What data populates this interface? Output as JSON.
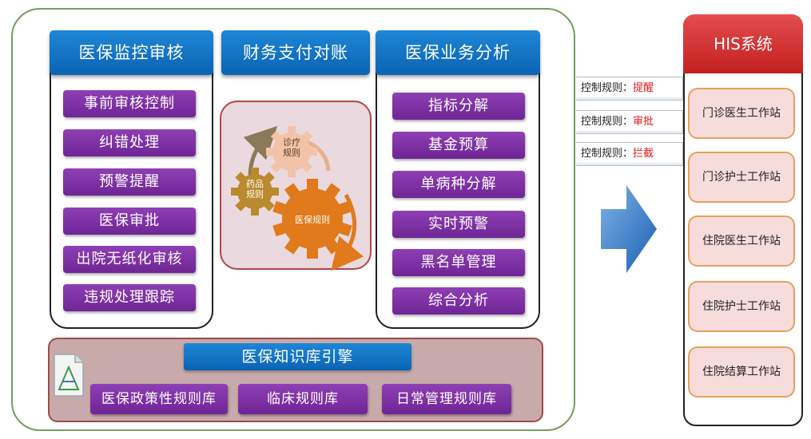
{
  "monitor": {
    "title": "医保监控审核",
    "items": [
      "事前审核控制",
      "纠错处理",
      "预警提醒",
      "医保审批",
      "出院无纸化审核",
      "违规处理跟踪"
    ]
  },
  "finance": {
    "title": "财务支付对账"
  },
  "gears": {
    "clinical": "诊疗\n规则",
    "drug": "药品\n规则",
    "insurance": "医保规则"
  },
  "analysis": {
    "title": "医保业务分析",
    "items": [
      "指标分解",
      "基金预算",
      "单病种分解",
      "实时预警",
      "黑名单管理",
      "综合分析"
    ]
  },
  "knowledge": {
    "title": "医保知识库引擎",
    "items": [
      "医保政策性规则库",
      "临床规则库",
      "日常管理规则库"
    ]
  },
  "rules": [
    {
      "prefix": "控制规则：",
      "action": "提醒"
    },
    {
      "prefix": "控制规则：",
      "action": "审批"
    },
    {
      "prefix": "控制规则：",
      "action": "拦截"
    }
  ],
  "his": {
    "title": "HIS系统",
    "stations": [
      "门诊医生工作站",
      "门诊护士工作站",
      "住院医生工作站",
      "住院护士工作站",
      "住院结算工作站"
    ]
  },
  "colors": {
    "blue": "#0b63b3",
    "purple": "#7a2ea3",
    "orange": "#e07a1a",
    "red": "#c41f1f"
  }
}
